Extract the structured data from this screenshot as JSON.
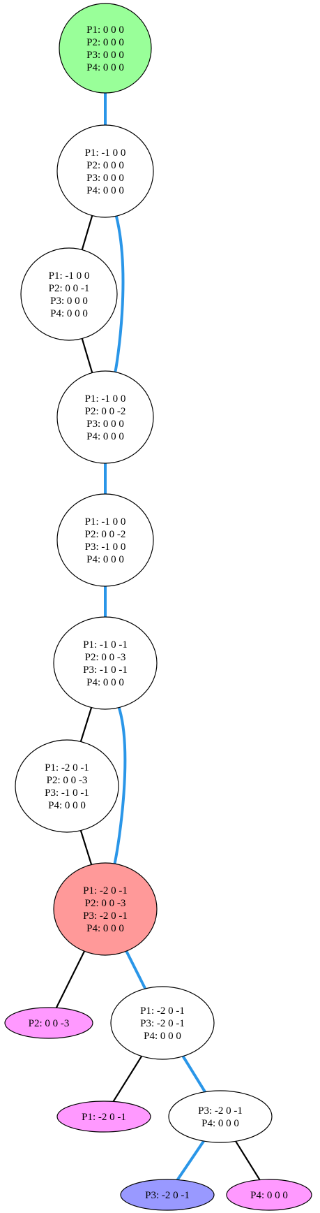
{
  "colors": {
    "start": "#99ff99",
    "current": "#ff9999",
    "leaf_pink": "#ff99ff",
    "leaf_blue": "#9999ff",
    "plain": "#ffffff",
    "edge_black": "#000000",
    "edge_blue": "#2a96e8"
  },
  "nodes": [
    {
      "id": "n0",
      "fill": "start",
      "lines": [
        "P1: 0 0 0",
        "P2: 0 0 0",
        "P3: 0 0 0",
        "P4: 0 0 0"
      ]
    },
    {
      "id": "n1",
      "fill": "plain",
      "lines": [
        "P1: -1 0 0",
        "P2: 0 0 0",
        "P3: 0 0 0",
        "P4: 0 0 0"
      ]
    },
    {
      "id": "n2",
      "fill": "plain",
      "lines": [
        "P1: -1 0 0",
        "P2: 0 0 -1",
        "P3: 0 0 0",
        "P4: 0 0 0"
      ]
    },
    {
      "id": "n3",
      "fill": "plain",
      "lines": [
        "P1: -1 0 0",
        "P2: 0 0 -2",
        "P3: 0 0 0",
        "P4: 0 0 0"
      ]
    },
    {
      "id": "n4",
      "fill": "plain",
      "lines": [
        "P1: -1 0 0",
        "P2: 0 0 -2",
        "P3: -1 0 0",
        "P4: 0 0 0"
      ]
    },
    {
      "id": "n5",
      "fill": "plain",
      "lines": [
        "P1: -1 0 -1",
        "P2: 0 0 -3",
        "P3: -1 0 -1",
        "P4: 0 0 0"
      ]
    },
    {
      "id": "n6",
      "fill": "plain",
      "lines": [
        "P1: -2 0 -1",
        "P2: 0 0 -3",
        "P3: -1 0 -1",
        "P4: 0 0 0"
      ]
    },
    {
      "id": "n7",
      "fill": "current",
      "lines": [
        "P1: -2 0 -1",
        "P2: 0 0 -3",
        "P3: -2 0 -1",
        "P4: 0 0 0"
      ]
    },
    {
      "id": "n8",
      "fill": "leaf_pink",
      "lines": [
        "P2: 0 0 -3"
      ]
    },
    {
      "id": "n9",
      "fill": "plain",
      "lines": [
        "P1: -2 0 -1",
        "P3: -2 0 -1",
        "P4: 0 0 0"
      ]
    },
    {
      "id": "n10",
      "fill": "leaf_pink",
      "lines": [
        "P1: -2 0 -1"
      ]
    },
    {
      "id": "n11",
      "fill": "plain",
      "lines": [
        "P3: -2 0 -1",
        "P4: 0 0 0"
      ]
    },
    {
      "id": "n12",
      "fill": "leaf_blue",
      "lines": [
        "P3: -2 0 -1"
      ]
    },
    {
      "id": "n13",
      "fill": "leaf_pink",
      "lines": [
        "P4: 0 0 0"
      ]
    }
  ],
  "edges": [
    {
      "from": "n0",
      "to": "n1",
      "style": "blue"
    },
    {
      "from": "n1",
      "to": "n2",
      "style": "black"
    },
    {
      "from": "n1",
      "to": "n3",
      "style": "blue"
    },
    {
      "from": "n2",
      "to": "n3",
      "style": "black"
    },
    {
      "from": "n3",
      "to": "n4",
      "style": "blue"
    },
    {
      "from": "n4",
      "to": "n5",
      "style": "blue"
    },
    {
      "from": "n5",
      "to": "n6",
      "style": "black"
    },
    {
      "from": "n5",
      "to": "n7",
      "style": "blue"
    },
    {
      "from": "n6",
      "to": "n7",
      "style": "black"
    },
    {
      "from": "n7",
      "to": "n8",
      "style": "black"
    },
    {
      "from": "n7",
      "to": "n9",
      "style": "blue"
    },
    {
      "from": "n9",
      "to": "n10",
      "style": "black"
    },
    {
      "from": "n9",
      "to": "n11",
      "style": "blue"
    },
    {
      "from": "n11",
      "to": "n12",
      "style": "blue"
    },
    {
      "from": "n11",
      "to": "n13",
      "style": "black"
    }
  ]
}
